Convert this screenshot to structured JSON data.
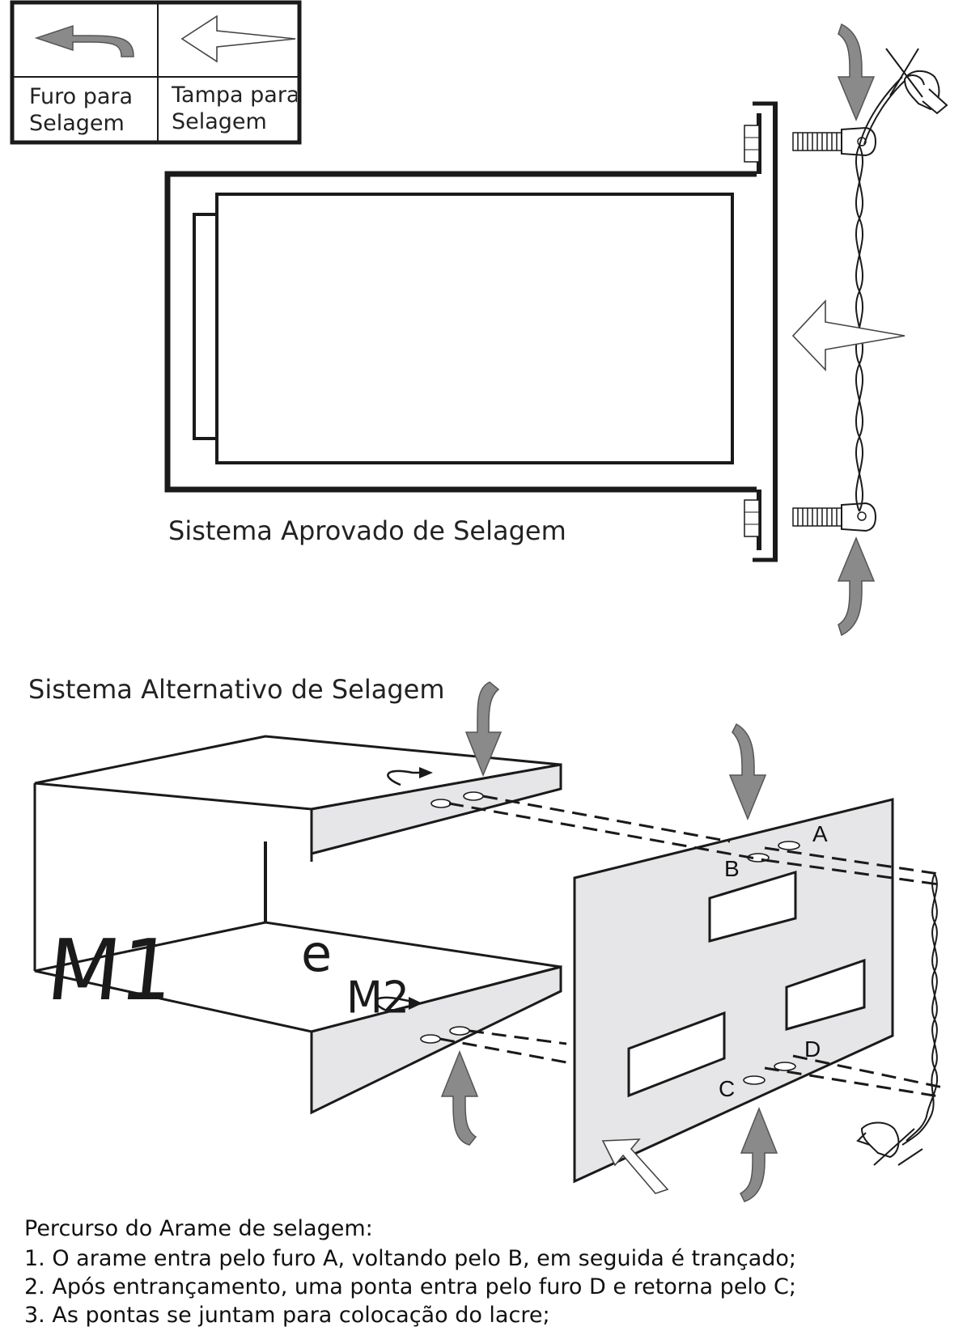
{
  "legend": {
    "hole_label": "Furo para\nSelagem",
    "cover_label": "Tampa para\nSelagem"
  },
  "approved": {
    "caption": "Sistema Aprovado de Selagem"
  },
  "alternative": {
    "caption": "Sistema Alternativo de Selagem",
    "module_label_m1": "M1",
    "module_label_e": "e",
    "module_label_m2": "M2",
    "hole_a": "A",
    "hole_b": "B",
    "hole_c": "C",
    "hole_d": "D"
  },
  "instructions": {
    "title": "Percurso do Arame de selagem:",
    "steps": [
      "1. O arame entra pelo furo A, voltando pelo B, em seguida é trançado;",
      "2. Após entrançamento, uma ponta entra pelo furo D e retorna pelo C;",
      "3. As pontas se juntam para colocação do lacre;"
    ]
  },
  "colors": {
    "line": "#1a1a1a",
    "arrow_gray": "#8a8a8a",
    "panel_fill": "#e6e6e8"
  }
}
